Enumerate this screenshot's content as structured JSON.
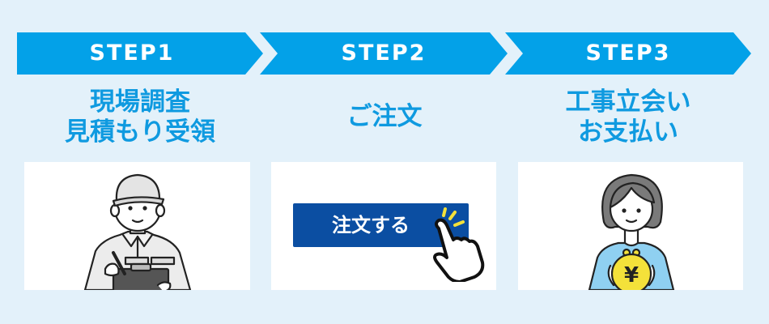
{
  "colors": {
    "background": "#e3f1fa",
    "banner": "#03a1e8",
    "title_text": "#0f9ae0",
    "card": "#ffffff",
    "order_button": "#0b4ea2",
    "accent_yellow": "#f4e13a"
  },
  "steps": [
    {
      "label": "STEP1",
      "title_lines": [
        "現場調査",
        "見積もり受領"
      ],
      "illustration": "worker-with-clipboard-illustration"
    },
    {
      "label": "STEP2",
      "title_lines": [
        "ご注文"
      ],
      "illustration": "order-button-click-illustration",
      "button_label": "注文する"
    },
    {
      "label": "STEP3",
      "title_lines": [
        "工事立会い",
        "お支払い"
      ],
      "illustration": "woman-holding-yen-purse-illustration",
      "currency_symbol": "¥"
    }
  ]
}
